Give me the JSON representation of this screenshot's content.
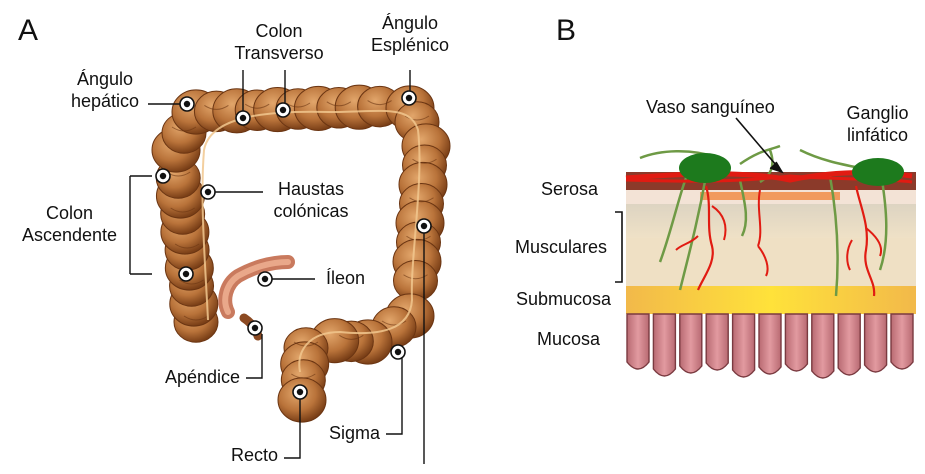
{
  "panels": {
    "a": {
      "letter": "A"
    },
    "b": {
      "letter": "B"
    }
  },
  "colon_labels": {
    "colon_transverso": [
      "Colon",
      "Transverso"
    ],
    "angulo_esplenico": [
      "Ángulo",
      "Esplénico"
    ],
    "angulo_hepatico": [
      "Ángulo",
      "hepático"
    ],
    "colon_ascendente": [
      "Colon",
      "Ascendente"
    ],
    "haustas_colonicas": [
      "Haustas",
      "colónicas"
    ],
    "ileon": "Íleon",
    "apendice": "Apéndice",
    "sigma": "Sigma",
    "recto": "Recto"
  },
  "wall_labels": {
    "vaso_sanguineo": "Vaso sanguíneo",
    "ganglio_linfatico": [
      "Ganglio",
      "linfático"
    ],
    "serosa": "Serosa",
    "musculares": "Musculares",
    "submucosa": "Submucosa",
    "mucosa": "Mucosa"
  },
  "colors": {
    "colon_fill": "#b9733a",
    "colon_dark": "#7a3f17",
    "colon_light": "#d99a5c",
    "ileon": "#d98a6a",
    "serosa": "#8b3a2a",
    "muscular": "#e6d9c3",
    "submucosa": "#f6c84a",
    "mucosa": "#cc7f86",
    "vessel": "#e11b12",
    "lymph_vessel": "#6e9a45",
    "ganglion": "#1d7a1d"
  }
}
